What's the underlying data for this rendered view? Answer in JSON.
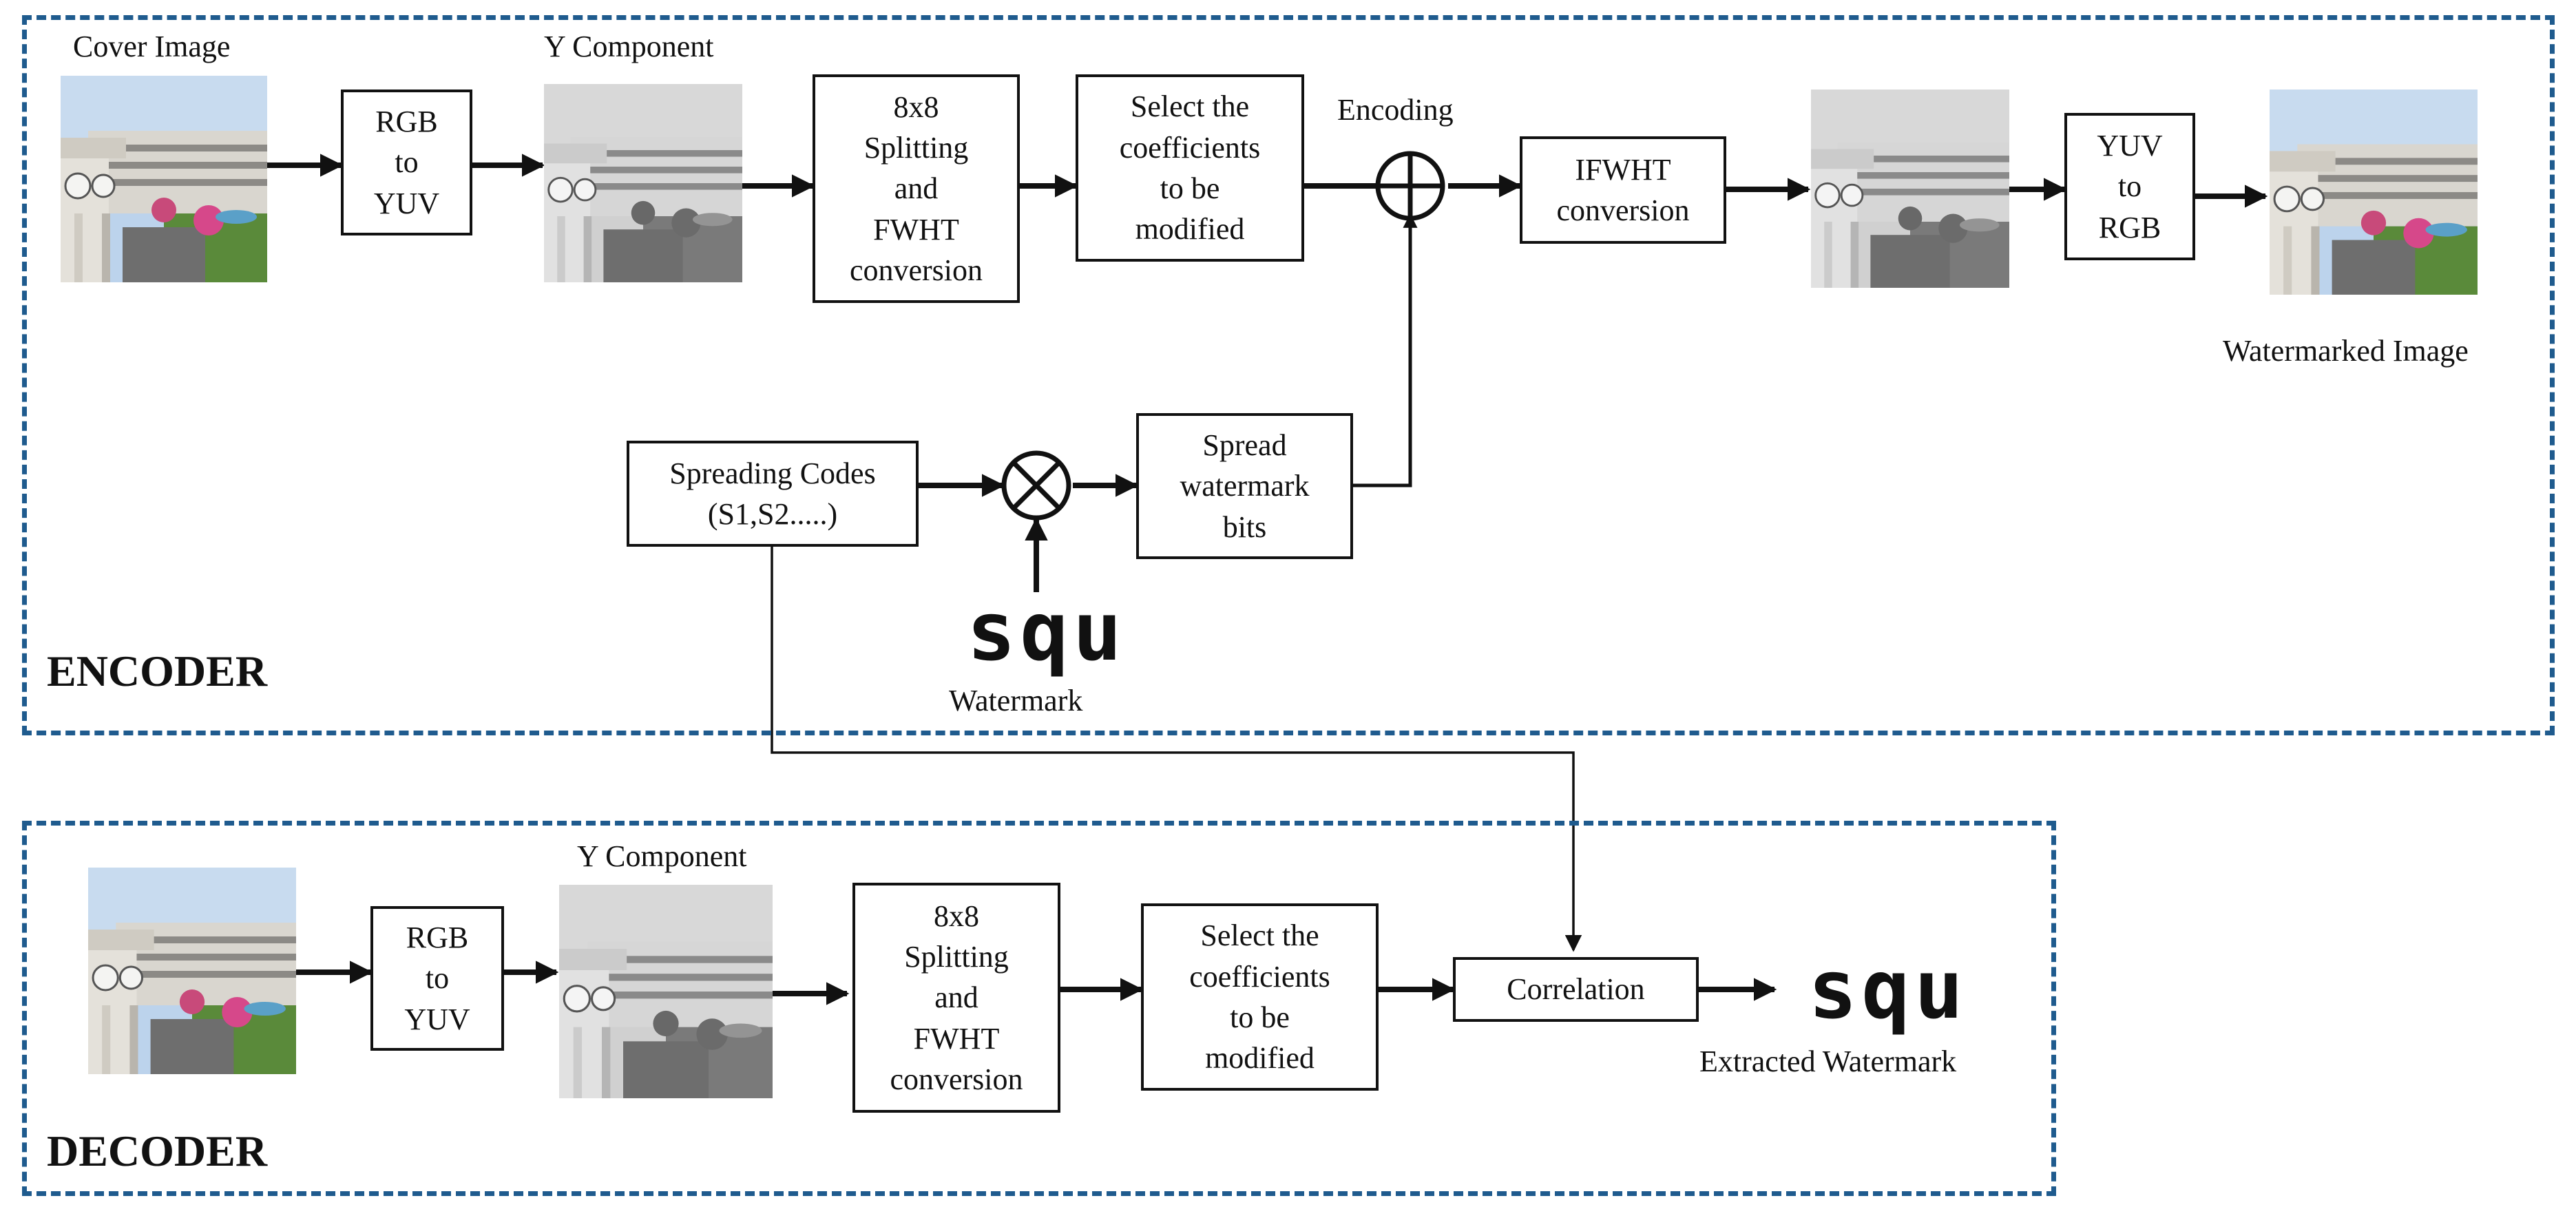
{
  "encoder": {
    "title": "ENCODER",
    "cover_image_label": "Cover Image",
    "rgb_to_yuv": "RGB\nto\nYUV",
    "y_component_label": "Y Component",
    "split_fwht": "8x8\nSplitting\nand\nFWHT\nconversion",
    "select_coeff": "Select the\ncoefficients\nto be\nmodified",
    "encoding_label": "Encoding",
    "ifwht": "IFWHT\nconversion",
    "yuv_to_rgb": "YUV\nto\nRGB",
    "watermarked_image_label": "Watermarked Image",
    "spreading_codes": "Spreading Codes\n(S1,S2.....)",
    "spread_bits": "Spread\nwatermark\nbits",
    "watermark_glyph": "squ",
    "watermark_label": "Watermark"
  },
  "decoder": {
    "title": "DECODER",
    "rgb_to_yuv": "RGB\nto\nYUV",
    "y_component_label": "Y Component",
    "split_fwht": "8x8\nSplitting\nand\nFWHT\nconversion",
    "select_coeff": "Select the\ncoefficients\nto be\nmodified",
    "correlation": "Correlation",
    "extracted_glyph": "squ",
    "extracted_label": "Extracted Watermark"
  },
  "colors": {
    "panel_border": "#1f5b8e",
    "line": "#111111"
  }
}
